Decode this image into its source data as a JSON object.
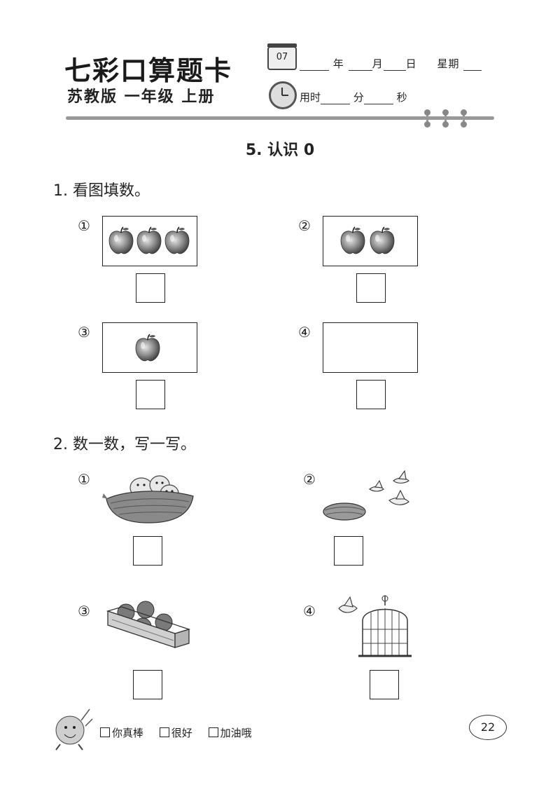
{
  "header": {
    "brand": "七彩口算题卡",
    "edition": "苏教版  一年级  上册",
    "calendar_day": "07",
    "date_labels": [
      "年",
      "月",
      "日",
      "星期"
    ],
    "time_labels": [
      "用时",
      "分",
      "秒"
    ]
  },
  "lesson_title": "5. 认识 0",
  "section1": {
    "heading": "1. 看图填数。",
    "items": [
      {
        "marker": "①",
        "apples": 3
      },
      {
        "marker": "②",
        "apples": 2
      },
      {
        "marker": "③",
        "apples": 1
      },
      {
        "marker": "④",
        "apples": 0
      }
    ]
  },
  "section2": {
    "heading": "2. 数一数，写一写。",
    "items": [
      {
        "marker": "①",
        "picture": "nest-with-three-chicks"
      },
      {
        "marker": "②",
        "picture": "empty-nest-with-birds-flying-away"
      },
      {
        "marker": "③",
        "picture": "box-with-four-apples"
      },
      {
        "marker": "④",
        "picture": "empty-birdcage-with-bird-outside"
      }
    ]
  },
  "footer": {
    "options": [
      "你真棒",
      "很好",
      "加油哦"
    ],
    "page_number": "22"
  }
}
